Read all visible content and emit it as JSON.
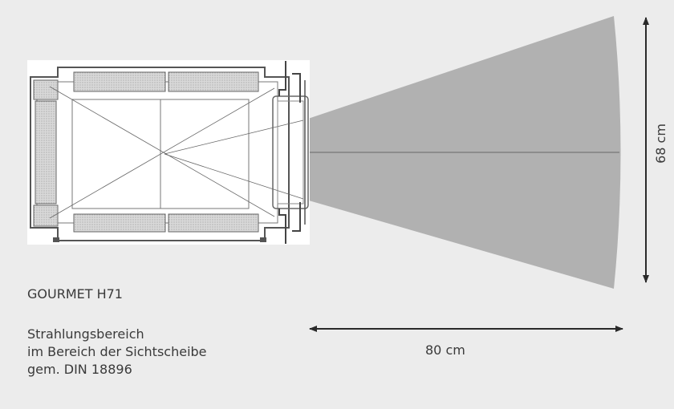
{
  "model": "GOURMET H71",
  "description": {
    "line1": "Strahlungsbereich",
    "line2": "im Bereich der Sichtscheibe",
    "line3": "gem. DIN 18896"
  },
  "dimensions": {
    "width": "80 cm",
    "height": "68 cm"
  },
  "colors": {
    "background": "#ececec",
    "radiation_zone": "#b1b1b1",
    "drawing_line": "#555555",
    "arrow": "#2a2a2a"
  }
}
